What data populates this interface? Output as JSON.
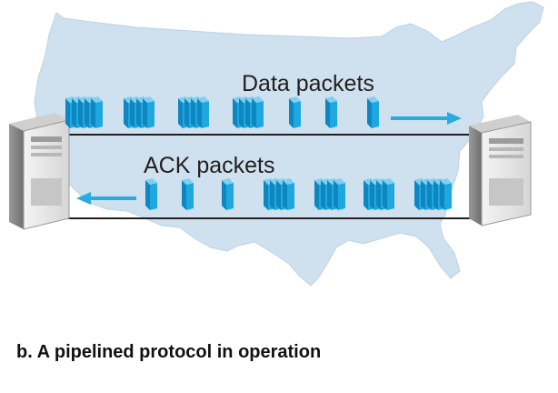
{
  "diagram": {
    "data_label": "Data packets",
    "ack_label": "ACK packets",
    "caption": "b. A pipelined protocol in operation",
    "colors": {
      "map": "#cfe0ee",
      "map_edge": "#bcd3e6",
      "packet": "#1ea8df",
      "packet_dark": "#0f86bf",
      "arrow": "#29abe2",
      "link": "#231f20",
      "server_light": "#eeeeee",
      "server_dark": "#8a8a8a"
    },
    "icons": [
      "server-icon",
      "packet-icon",
      "arrow-right-icon",
      "arrow-left-icon",
      "us-map-background"
    ],
    "data_packet_groups": [
      {
        "count": 5
      },
      {
        "count": 4
      },
      {
        "count": 4
      },
      {
        "count": 4
      },
      {
        "count": 1
      },
      {
        "count": 1
      },
      {
        "count": 1
      }
    ],
    "ack_packet_groups": [
      {
        "count": 1
      },
      {
        "count": 1
      },
      {
        "count": 1
      },
      {
        "count": 4
      },
      {
        "count": 4
      },
      {
        "count": 4
      },
      {
        "count": 5
      }
    ]
  }
}
